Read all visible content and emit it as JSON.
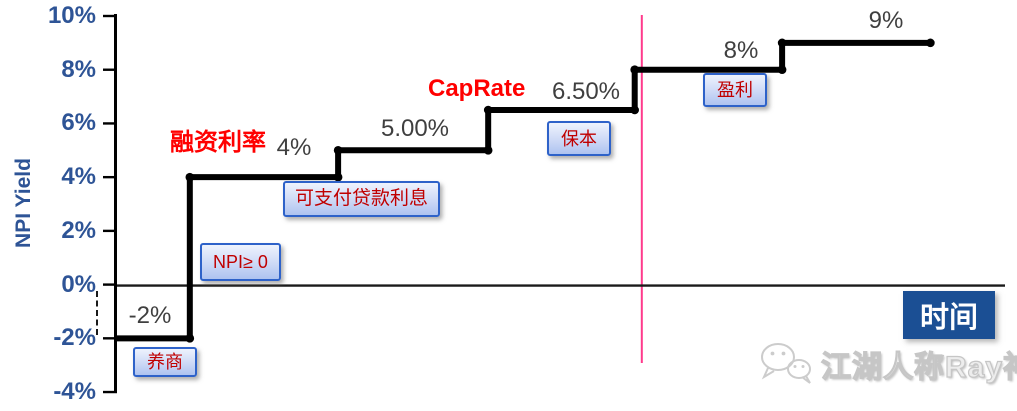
{
  "chart_data": {
    "type": "line",
    "subtype": "step",
    "title": "",
    "ylabel": "NPI Yield",
    "xlabel": "时间",
    "ylim": [
      -4,
      10
    ],
    "ytick_interval": 2,
    "ytick_labels": [
      "10%",
      "8%",
      "6%",
      "4%",
      "2%",
      "0%",
      "-2%",
      "-4%"
    ],
    "grid": false,
    "legend": false,
    "series_name": "NPI Yield",
    "x_breaks": [
      0,
      0.082,
      0.249,
      0.418,
      0.583,
      0.749,
      0.916
    ],
    "steps": [
      {
        "value": -2,
        "value_label": "-2%",
        "box": "养商"
      },
      {
        "value": 4,
        "value_label": "4%",
        "name": "融资利率",
        "box": "NPI≥ 0",
        "box2": "可支付贷款利息"
      },
      {
        "value": 5,
        "value_label": "5.00%"
      },
      {
        "value": 6.5,
        "value_label": "6.50%",
        "name": "CapRate",
        "box": "保本"
      },
      {
        "value": 8,
        "value_label": "8%",
        "box": "盈利"
      },
      {
        "value": 9,
        "value_label": "9%"
      }
    ],
    "vline": {
      "x": 0.591,
      "color": "#FF3A8C"
    }
  },
  "watermark": {
    "label": "江湖人称Ray神",
    "icon": "wechat-icon"
  },
  "colors": {
    "axis_text_blue": "#2E5496",
    "value_text_gray": "#3F3F3F",
    "highlight_red": "#FF0000",
    "box_text_red": "#C00000",
    "box_border_blue": "#2E62C9",
    "xlabel_box_navy": "#1B4F94",
    "divider_pink": "#FF3A8C",
    "line_black": "#000000"
  }
}
